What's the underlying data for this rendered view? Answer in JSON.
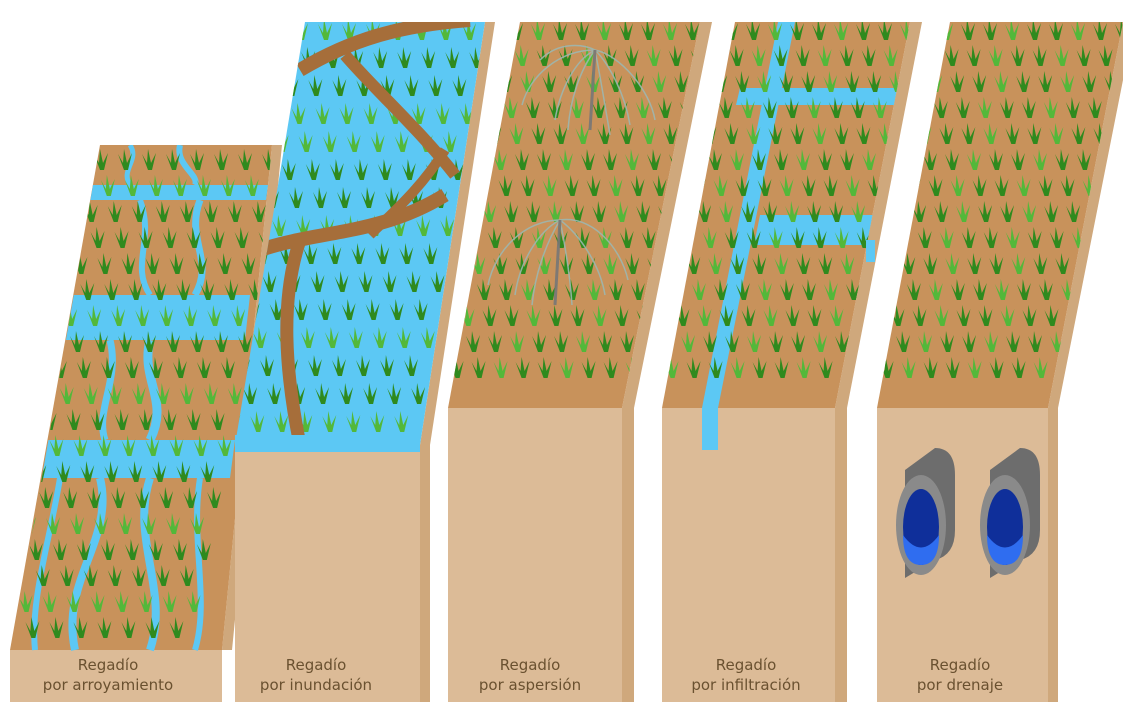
{
  "colors": {
    "soil_top": "#c8925b",
    "soil_front": "#dcbb97",
    "soil_side": "#cfa87c",
    "water": "#5cc8f4",
    "grass": "#2f8a1e",
    "grass_light": "#53b83a",
    "ridge": "#a66e3a",
    "pipe": "#7f7f7f",
    "pipe_water": "#1c4ed8",
    "label_text": "#6a5130"
  },
  "panels": [
    {
      "name": "arroyamiento",
      "label_line1": "Regadío",
      "label_line2": "por arroyamiento"
    },
    {
      "name": "inundacion",
      "label_line1": "Regadío",
      "label_line2": "por inundación"
    },
    {
      "name": "aspersion",
      "label_line1": "Regadío",
      "label_line2": "por aspersión"
    },
    {
      "name": "infiltracion",
      "label_line1": "Regadío",
      "label_line2": "por infiltración"
    },
    {
      "name": "drenaje",
      "label_line1": "Regadío",
      "label_line2": "por drenaje"
    }
  ]
}
